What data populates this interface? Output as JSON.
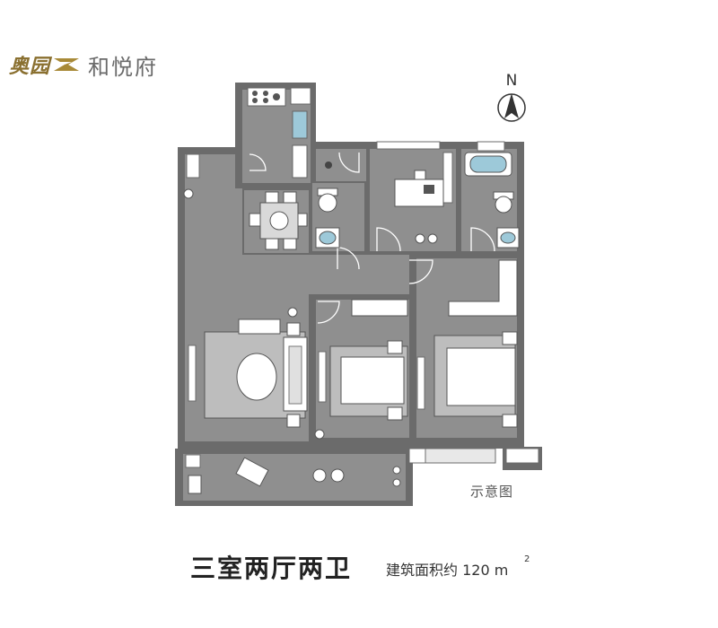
{
  "logo": {
    "brand": "奥园",
    "project": "和悦府"
  },
  "compass": {
    "north_label": "N"
  },
  "plan": {
    "note": "示意图"
  },
  "caption": {
    "layout": "三室两厅两卫",
    "area_text": "建筑面积约 120 m",
    "area_sup": "2"
  },
  "colors": {
    "wall": "#6b6b6b",
    "room": "#8f8f8f",
    "rug": "#bdbdbd",
    "brand": "#8a7030"
  }
}
